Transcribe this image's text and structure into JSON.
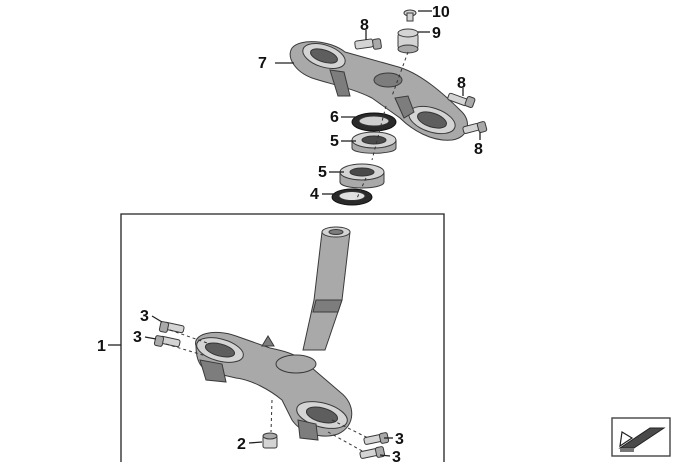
{
  "diagram": {
    "callouts": [
      {
        "id": "c10",
        "label": "10"
      },
      {
        "id": "c9",
        "label": "9"
      },
      {
        "id": "c8a",
        "label": "8"
      },
      {
        "id": "c7",
        "label": "7"
      },
      {
        "id": "c8b",
        "label": "8"
      },
      {
        "id": "c6",
        "label": "6"
      },
      {
        "id": "c5a",
        "label": "5"
      },
      {
        "id": "c8c",
        "label": "8"
      },
      {
        "id": "c5b",
        "label": "5"
      },
      {
        "id": "c4",
        "label": "4"
      },
      {
        "id": "c1",
        "label": "1"
      },
      {
        "id": "c3a",
        "label": "3"
      },
      {
        "id": "c3b",
        "label": "3"
      },
      {
        "id": "c2",
        "label": "2"
      },
      {
        "id": "c3c",
        "label": "3"
      },
      {
        "id": "c3d",
        "label": "3"
      }
    ]
  }
}
